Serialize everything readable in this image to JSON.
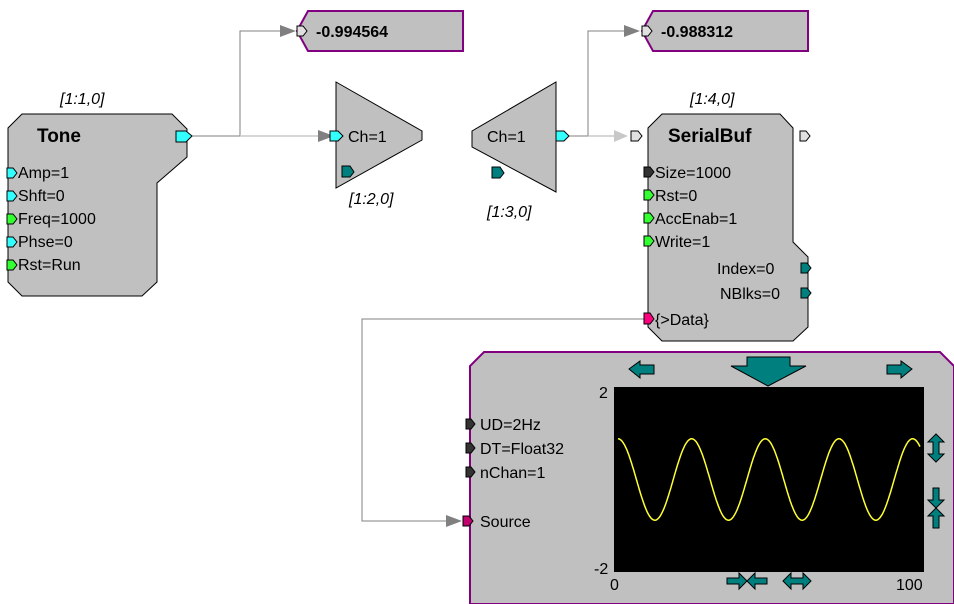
{
  "tone": {
    "index": "[1:1,0]",
    "title": "Tone",
    "params": [
      "Amp=1",
      "Shft=0",
      "Freq=1000",
      "Phse=0",
      "Rst=Run"
    ]
  },
  "outputs": {
    "left_value": "-0.994564",
    "right_value": "-0.988312"
  },
  "mux": {
    "label": "Ch=1",
    "index": "[1:2,0]"
  },
  "demux": {
    "label": "Ch=1",
    "index": "[1:3,0]"
  },
  "serialbuf": {
    "index": "[1:4,0]",
    "title": "SerialBuf",
    "inputs": [
      "Size=1000",
      "Rst=0",
      "AccEnab=1",
      "Write=1"
    ],
    "outputs": [
      "Index=0",
      "NBlks=0"
    ],
    "data_port": "{>Data}"
  },
  "scope": {
    "params": [
      "UD=2Hz",
      "DT=Float32",
      "nChan=1"
    ],
    "source_label": "Source",
    "y_max_label": "2",
    "y_min_label": "-2",
    "x_min_label": "0",
    "x_max_label": "100",
    "trace_color": "#ffff33",
    "screen_color": "#000000"
  },
  "colors": {
    "block_fill": "#c0c0c0",
    "cyan_port": "#33ffff",
    "green_port": "#33ff33",
    "teal_port": "#007f7f",
    "magenta_port": "#ff0080",
    "dark_port": "#333333",
    "output_border": "#800080"
  },
  "chart_data": {
    "type": "line",
    "title": "",
    "xlabel": "",
    "ylabel": "",
    "xlim": [
      0,
      100
    ],
    "ylim": [
      -2,
      2
    ],
    "x_ticks": [
      "0",
      "100"
    ],
    "y_ticks": [
      "2",
      "-2"
    ],
    "series": [
      {
        "color": "#ffff33",
        "cycles": 4.1,
        "amplitude": 1.0,
        "start_phase_deg": 90
      }
    ]
  }
}
